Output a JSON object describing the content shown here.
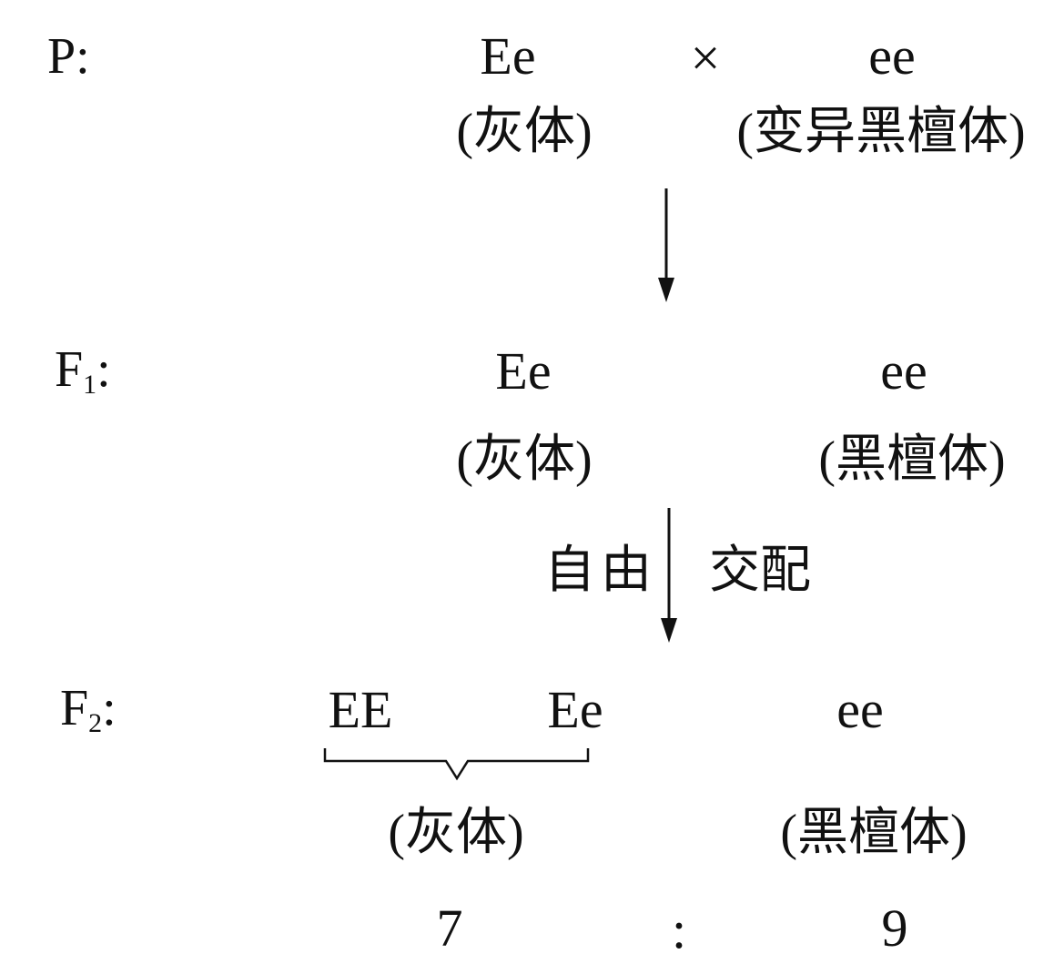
{
  "parental": {
    "label": "P:",
    "female_genotype": "Ee",
    "cross_symbol": "×",
    "male_genotype": "ee",
    "female_phenotype": "(灰体)",
    "male_phenotype": "(变异黑檀体)"
  },
  "f1": {
    "label_main": "F",
    "label_sub": "1",
    "label_colon": ":",
    "genotype_a": "Ee",
    "genotype_b": "ee",
    "phenotype_a": "(灰体)",
    "phenotype_b": "(黑檀体)"
  },
  "mating": {
    "left_text": "自由",
    "right_text": "交配"
  },
  "f2": {
    "label_main": "F",
    "label_sub": "2",
    "label_colon": ":",
    "genotype_a1": "EE",
    "genotype_a2": "Ee",
    "genotype_b": "ee",
    "phenotype_a": "(灰体)",
    "phenotype_b": "(黑檀体)",
    "ratio_a": "7",
    "ratio_colon": ":",
    "ratio_b": "9"
  }
}
